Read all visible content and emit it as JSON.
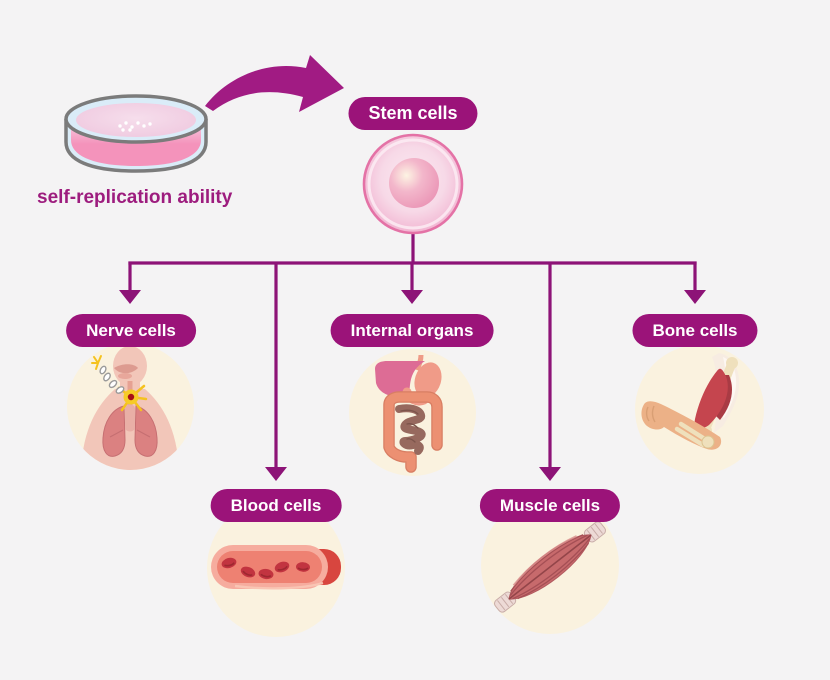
{
  "diagram": {
    "background": "#F4F3F4",
    "badge_color": "#9B1379",
    "connector_color": "#8D1377",
    "arrow_color": "#A11B83",
    "caption_color": "#9D1C7E",
    "node_circle_color": "#FAF2DF",
    "badge_text_color": "#FFFFFF"
  },
  "petri": {
    "caption": "self-replication ability",
    "icon": "petri-dish-icon"
  },
  "stem": {
    "label": "Stem cells",
    "icon": "stem-cell-icon"
  },
  "nodes": [
    {
      "id": "nerve-cells",
      "label": "Nerve cells",
      "icon": "nerve-cells-icon"
    },
    {
      "id": "internal-organs",
      "label": "Internal organs",
      "icon": "internal-organs-icon"
    },
    {
      "id": "bone-cells",
      "label": "Bone cells",
      "icon": "bone-cells-icon"
    },
    {
      "id": "blood-cells",
      "label": "Blood cells",
      "icon": "blood-cells-icon"
    },
    {
      "id": "muscle-cells",
      "label": "Muscle cells",
      "icon": "muscle-cells-icon"
    }
  ]
}
